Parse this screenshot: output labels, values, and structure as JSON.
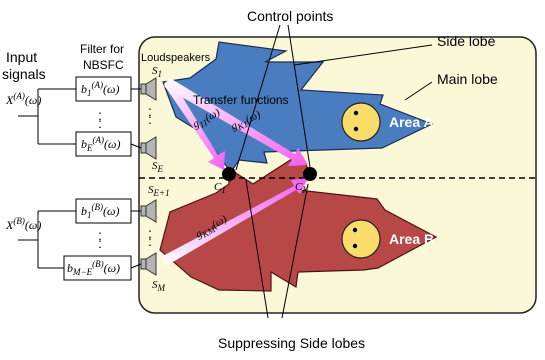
{
  "labels": {
    "control_points": "Control points",
    "side_lobe": "Side lobe",
    "main_lobe": "Main lobe",
    "input_signals_1": "Input",
    "input_signals_2": "signals",
    "filter_1": "Filter for",
    "filter_2": "NBSFC",
    "loudspeakers": "Loudspeakers",
    "transfer_functions": "Transfer functions",
    "suppressing": "Suppressing Side lobes",
    "area_a": "Area A",
    "area_b": "Area B",
    "dots": ":"
  },
  "math": {
    "x_a_main": "X",
    "x_a_sup": "(A)",
    "x_a_arg": "(ω)",
    "x_b_main": "X",
    "x_b_sup": "(B)",
    "x_b_arg": "(ω)",
    "f1_main": "b",
    "f1_sub": "1",
    "f1_sup": "(A)",
    "f1_arg": "(ω)",
    "f2_main": "b",
    "f2_sub": "E",
    "f2_sup": "(A)",
    "f2_arg": "(ω)",
    "f3_main": "b",
    "f3_sub": "1",
    "f3_sup": "(B)",
    "f3_arg": "(ω)",
    "f4_main": "b",
    "f4_sub": "M−E",
    "f4_sup": "(B)",
    "f4_arg": "(ω)",
    "s1_main": "S",
    "s1_sub": "1",
    "se_main": "S",
    "se_sub": "E",
    "se1_main": "S",
    "se1_sub": "E+1",
    "sm_main": "S",
    "sm_sub": "M",
    "c1_main": "C",
    "c1_sub": "1",
    "ck_main": "C",
    "ck_sub": "K",
    "g11_main": "g",
    "g11_sub": "11",
    "g11_arg": "(ω)",
    "gk1_main": "g",
    "gk1_sub": "K1",
    "gk1_arg": "(ω)",
    "gkm_main": "g",
    "gkm_sub": "KM",
    "gkm_arg": "(ω)"
  },
  "colors": {
    "panel": "#fbf8d8",
    "blue_lobe": "#4a7cc0",
    "red_lobe": "#b84848",
    "face": "#fadc6a",
    "pink": "#f060f0"
  }
}
